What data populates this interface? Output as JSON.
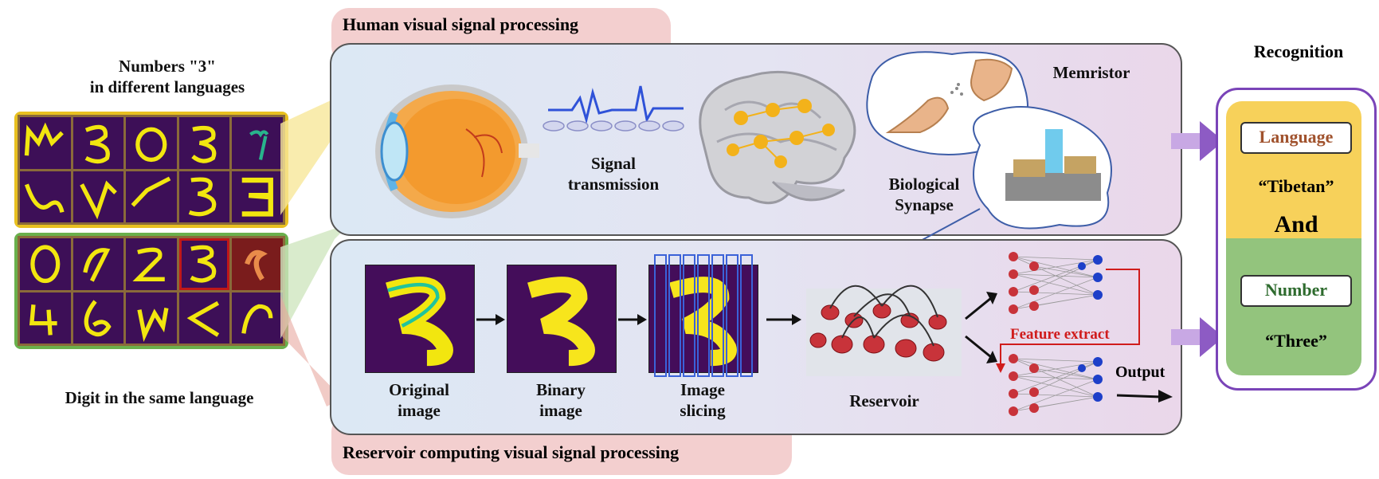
{
  "left_panel": {
    "top_title": "Numbers \"3\"\nin different languages",
    "bottom_title": "Digit in the same language"
  },
  "human": {
    "band_label": "Human visual signal processing",
    "signal_label": "Signal\ntransmission",
    "synapse_label": "Biological\nSynapse",
    "memristor_label": "Memristor"
  },
  "reservoir": {
    "band_label": "Reservoir computing visual signal processing",
    "original_label": "Original\nimage",
    "binary_label": "Binary\nimage",
    "slicing_label": "Image\nslicing",
    "reservoir_label": "Reservoir",
    "feature_label": "Feature extract",
    "output_label": "Output"
  },
  "recognition": {
    "title": "Recognition",
    "language_label": "Language",
    "language_value": "“Tibetan”",
    "and_label": "And",
    "number_label": "Number",
    "number_value": "“Three”",
    "colors": {
      "top": "#f7d15a",
      "bottom": "#93c47d",
      "border": "#7a44b8",
      "arrow": "#8d5bc4"
    }
  }
}
